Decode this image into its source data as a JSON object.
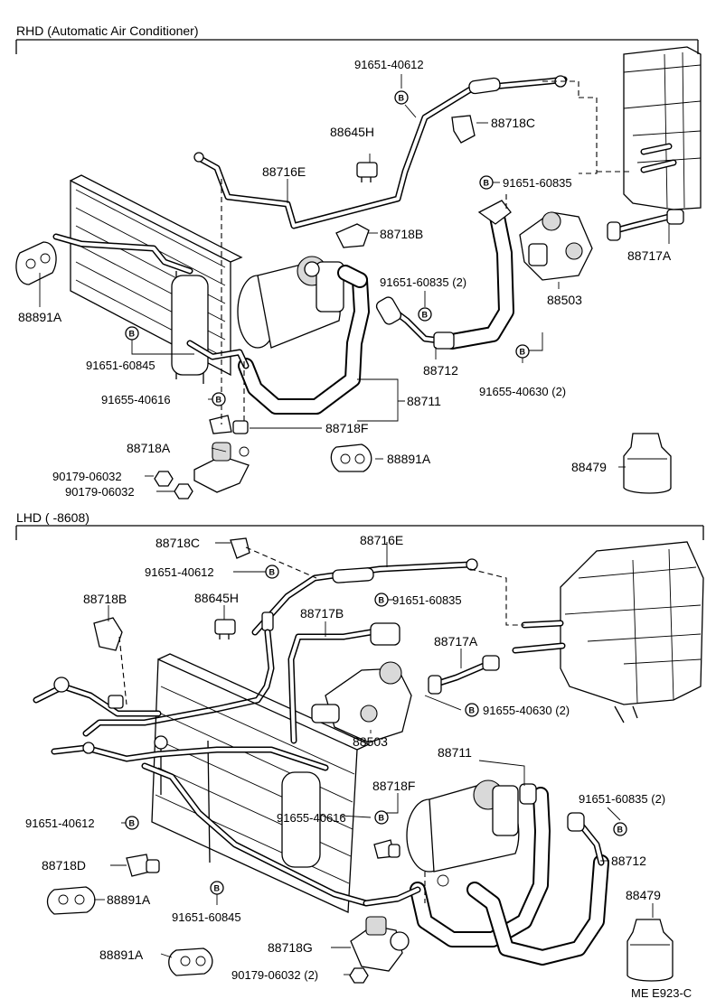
{
  "sections": {
    "rhd": "RHD (Automatic Air Conditioner)",
    "lhd": "LHD (          -8608)"
  },
  "bolt_symbol": "B",
  "labels": {
    "rhd_91651_40612": "91651-40612",
    "rhd_88718C": "88718C",
    "rhd_88645H": "88645H",
    "rhd_88716E": "88716E",
    "rhd_91651_60835": "91651-60835",
    "rhd_88718B": "88718B",
    "rhd_88717A": "88717A",
    "rhd_88891A": "88891A",
    "rhd_91651_60835_2": "91651-60835 (2)",
    "rhd_88503": "88503",
    "rhd_91651_60845": "91651-60845",
    "rhd_88712": "88712",
    "rhd_91655_40616": "91655-40616",
    "rhd_88711": "88711",
    "rhd_91655_40630_2": "91655-40630 (2)",
    "rhd_88718F": "88718F",
    "rhd_88718A": "88718A",
    "rhd_88891A_b": "88891A",
    "rhd_90179_06032_a": "90179-06032",
    "rhd_90179_06032_b": "90179-06032",
    "rhd_88479": "88479",
    "lhd_88718C": "88718C",
    "lhd_88716E": "88716E",
    "lhd_91651_40612": "91651-40612",
    "lhd_88718B": "88718B",
    "lhd_88645H": "88645H",
    "lhd_88717B": "88717B",
    "lhd_91651_60835": "91651-60835",
    "lhd_88717A": "88717A",
    "lhd_91655_40630_2": "91655-40630 (2)",
    "lhd_88503": "88503",
    "lhd_88711": "88711",
    "lhd_88718F": "88718F",
    "lhd_91651_60835_2": "91651-60835 (2)",
    "lhd_91651_40612_b": "91651-40612",
    "lhd_91655_40616": "91655-40616",
    "lhd_88712": "88712",
    "lhd_88718D": "88718D",
    "lhd_88891A": "88891A",
    "lhd_88479": "88479",
    "lhd_91651_60845": "91651-60845",
    "lhd_88718G": "88718G",
    "lhd_88891A_b": "88891A",
    "lhd_90179_06032_2": "90179-06032 (2)"
  },
  "figure_code": "ME E923-C"
}
